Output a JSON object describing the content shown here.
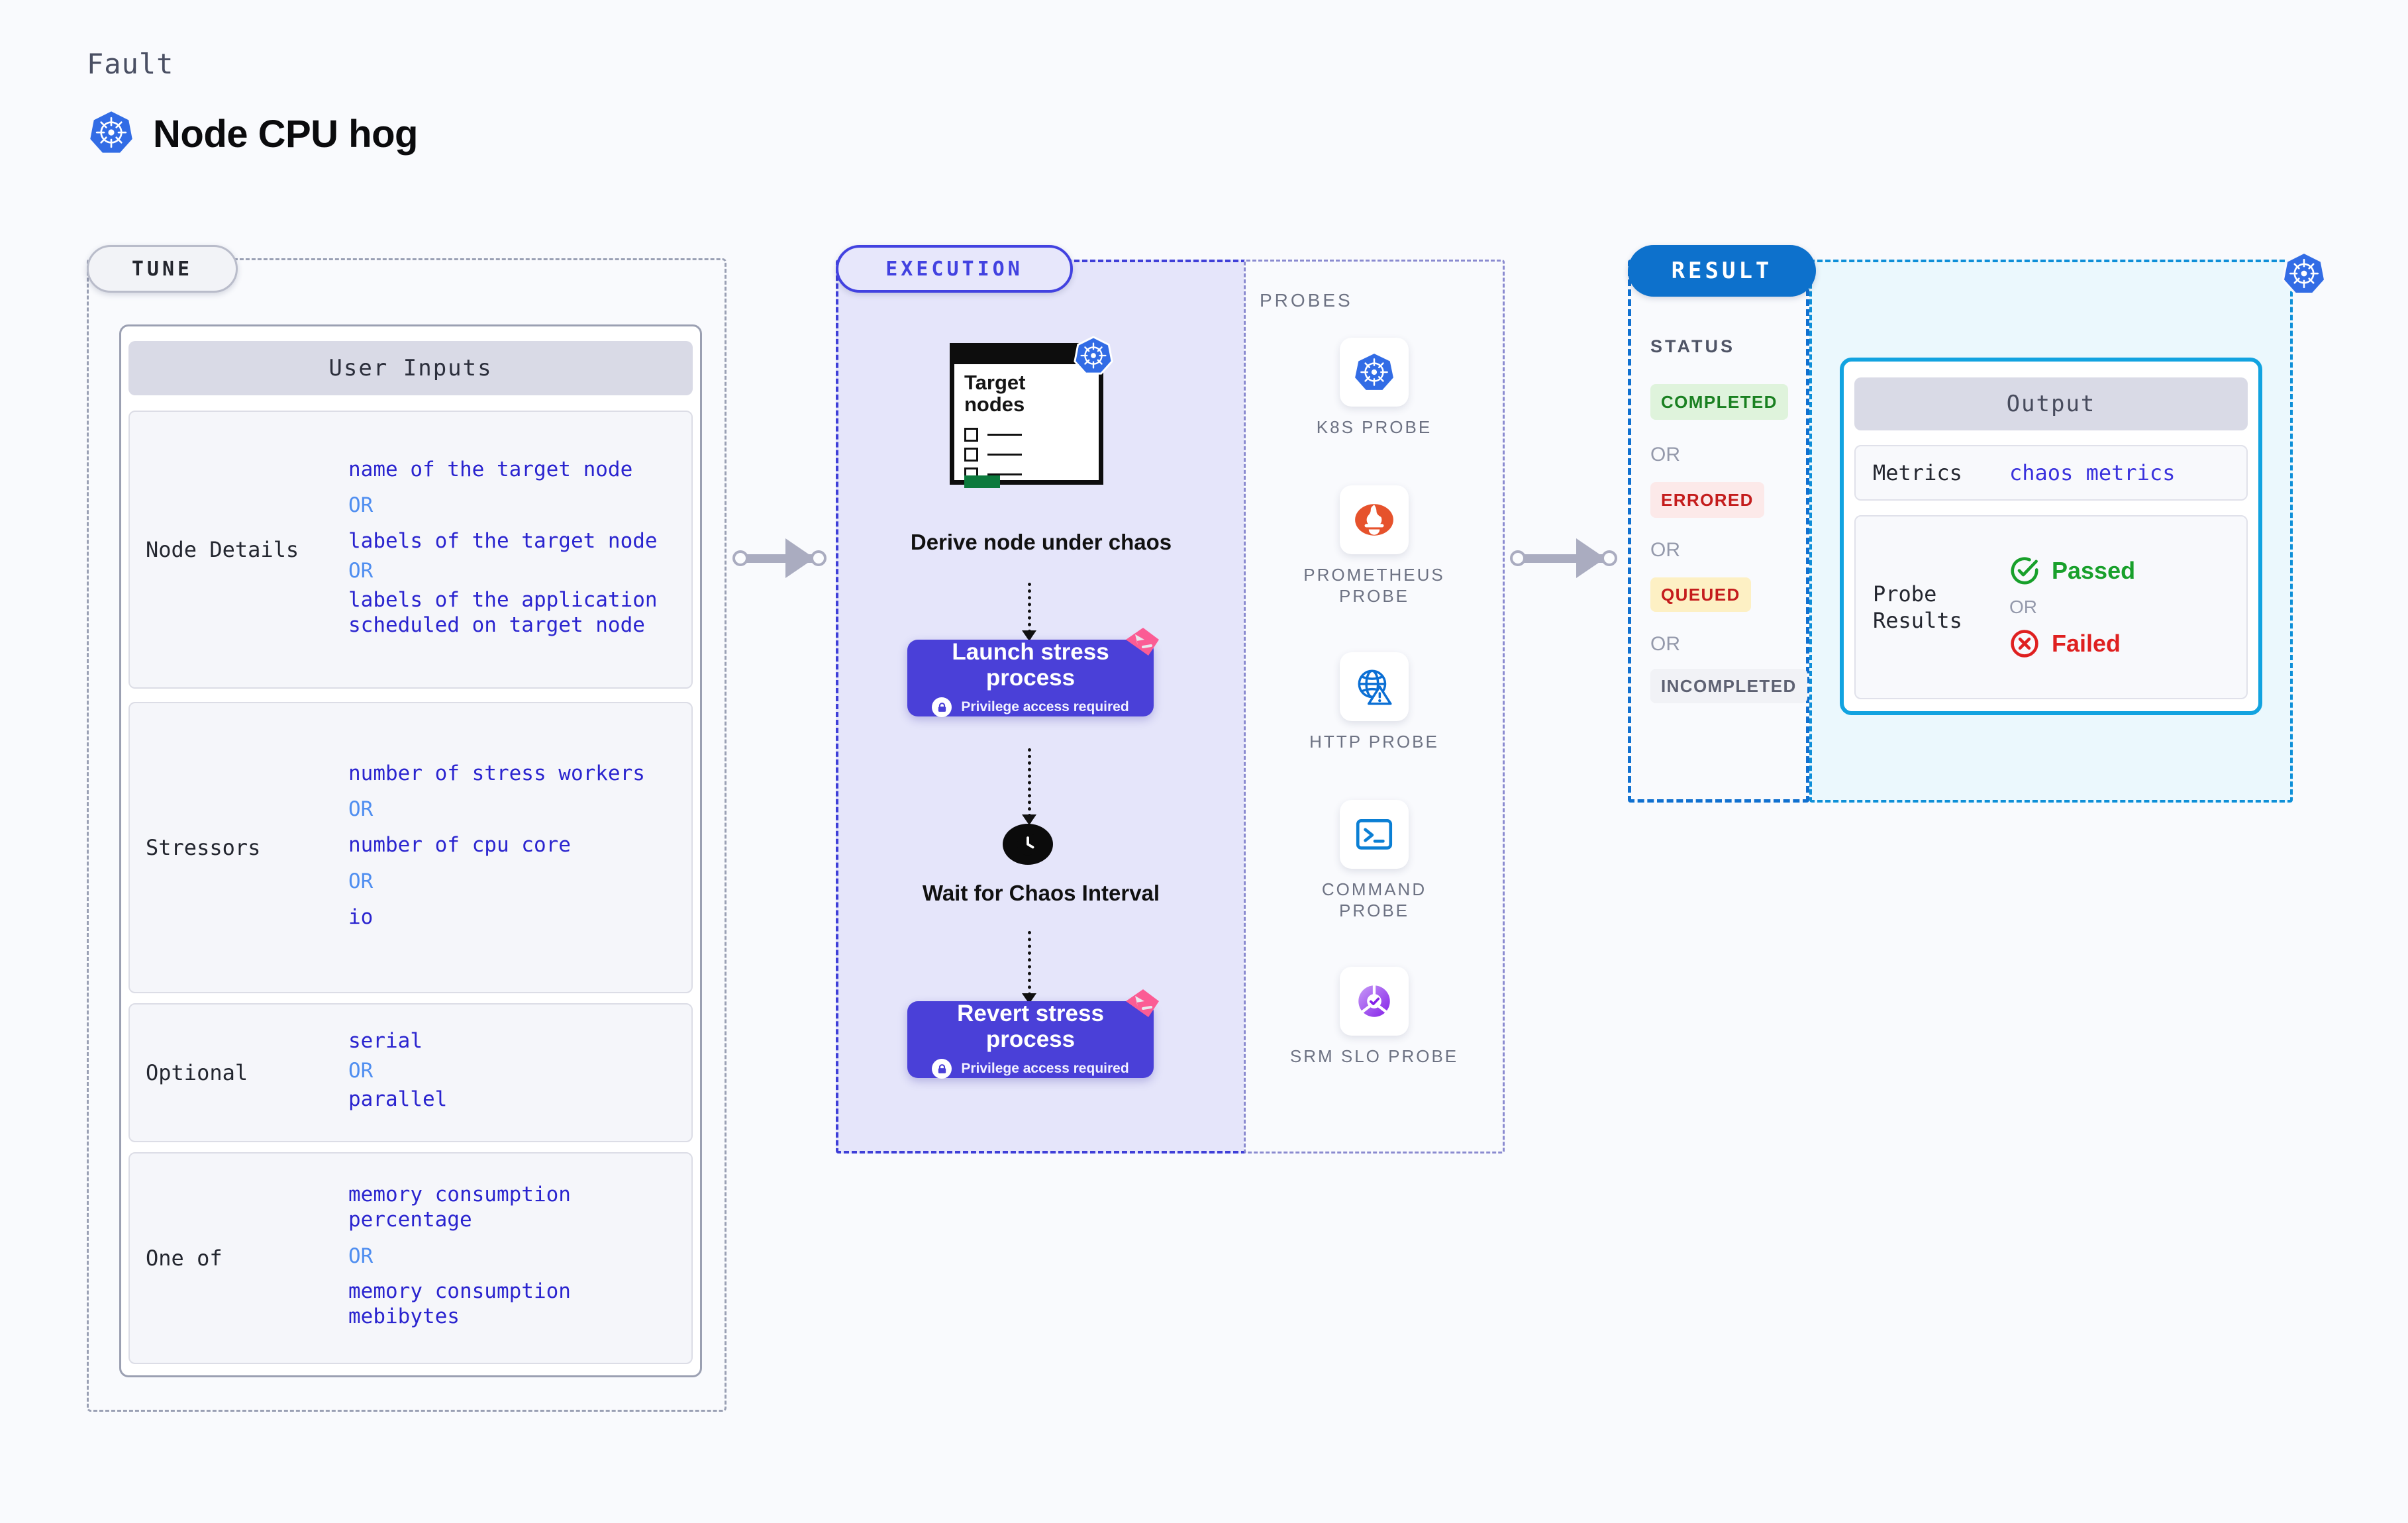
{
  "header": {
    "eyebrow": "Fault",
    "title": "Node CPU hog",
    "icon": "kubernetes-icon"
  },
  "tune": {
    "chip_label": "TUNE",
    "card_title": "User Inputs",
    "groups": [
      {
        "label": "Node Details",
        "items": [
          "name of the target node",
          "labels of the target node",
          "labels of the application\n scheduled on target node"
        ],
        "separator": "OR"
      },
      {
        "label": "Stressors",
        "items": [
          "number of stress workers",
          "number of cpu core",
          "io"
        ],
        "separator": "OR"
      },
      {
        "label": "Optional",
        "items": [
          "serial",
          "parallel"
        ],
        "separator": "OR"
      },
      {
        "label": "One of",
        "items": [
          "memory consumption percentage",
          "memory consumption mebibytes"
        ],
        "separator": "OR"
      }
    ]
  },
  "execution": {
    "chip_label": "EXECUTION",
    "target_card": {
      "heading": "Target nodes",
      "checkbox_rows": 3,
      "badge_icon": "kubernetes-icon"
    },
    "steps": [
      {
        "name": "derive-node-under-chaos",
        "caption": "Derive node under chaos",
        "type": "caption"
      },
      {
        "name": "launch-stress-process",
        "title": "Launch stress process",
        "note": "Privilege access required",
        "note_icon": "lock-icon",
        "badge_icon": "litmus-icon",
        "type": "action"
      },
      {
        "name": "wait-for-chaos-interval",
        "caption": "Wait for Chaos Interval",
        "icon": "clock-icon",
        "type": "caption"
      },
      {
        "name": "revert-stress-process",
        "title": "Revert stress process",
        "note": "Privilege access required",
        "note_icon": "lock-icon",
        "badge_icon": "litmus-icon",
        "type": "action"
      }
    ]
  },
  "probes": {
    "caption": "PROBES",
    "items": [
      {
        "label": "K8S PROBE",
        "icon": "kubernetes-icon"
      },
      {
        "label": "PROMETHEUS PROBE",
        "icon": "prometheus-icon"
      },
      {
        "label": "HTTP PROBE",
        "icon": "http-globe-warning-icon"
      },
      {
        "label": "COMMAND PROBE",
        "icon": "terminal-icon"
      },
      {
        "label": "SRM SLO PROBE",
        "icon": "srm-slo-icon"
      }
    ]
  },
  "result": {
    "chip_label": "RESULT",
    "status_caption": "STATUS",
    "separator": "OR",
    "statuses": [
      {
        "label": "COMPLETED",
        "bg": "#dff3dc",
        "fg": "#1a8021"
      },
      {
        "label": "ERRORED",
        "bg": "#fce9e9",
        "fg": "#c41c1c"
      },
      {
        "label": "QUEUED",
        "bg": "#fdf0c4",
        "fg": "#c41c1c"
      },
      {
        "label": "INCOMPLETED",
        "bg": "#f1f2f6",
        "fg": "#5d6172"
      }
    ],
    "badge_icon": "kubernetes-icon"
  },
  "output": {
    "title": "Output",
    "rows": [
      {
        "label": "Metrics",
        "value": "chaos metrics"
      },
      {
        "label": "Probe Results",
        "pass": "Passed",
        "fail": "Failed",
        "separator": "OR",
        "pass_icon": "check-circle-icon",
        "fail_icon": "x-circle-icon"
      }
    ]
  },
  "colors": {
    "page_bg": "#f9fafd",
    "execution_bg": "#e5e5fa",
    "output_bg": "#ebf8fd",
    "indigo": "#4242e0",
    "action_block": "#4a40d8",
    "result_chip": "#0d71cc",
    "output_border": "#12a3e0",
    "litmus_pink": "#fb5c94",
    "connector": "#aaacc0",
    "value_text": "#2a24cf",
    "or_text": "#4f8ef0"
  }
}
